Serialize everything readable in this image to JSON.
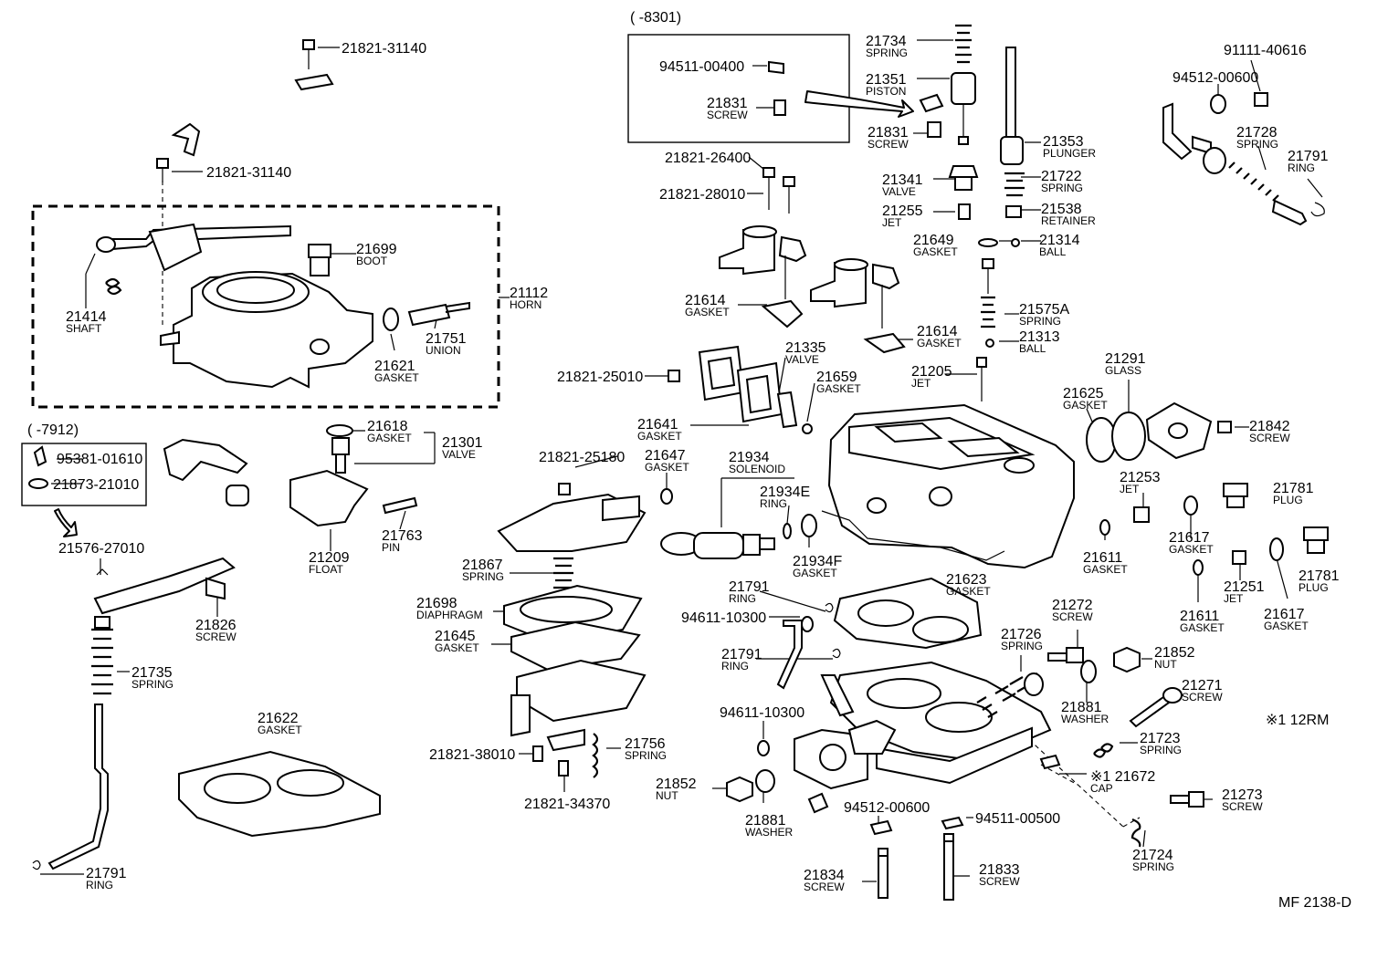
{
  "labels": [
    {
      "id": "p21821-31140-a",
      "pn": "21821-31140"
    },
    {
      "id": "p21821-31140-b",
      "pn": "21821-31140"
    },
    {
      "id": "p21699",
      "pn": "21699",
      "name": "BOOT"
    },
    {
      "id": "p21414",
      "pn": "21414",
      "name": "SHAFT"
    },
    {
      "id": "p21621",
      "pn": "21621",
      "name": "GASKET"
    },
    {
      "id": "p21751",
      "pn": "21751",
      "name": "UNION"
    },
    {
      "id": "p21112",
      "pn": "21112",
      "name": "HORN"
    },
    {
      "id": "p7912",
      "pn": "(      -7912)"
    },
    {
      "id": "p95381-01610",
      "pn": "95381-01610"
    },
    {
      "id": "p21873-21010",
      "pn": "21873-21010"
    },
    {
      "id": "p21576-27010",
      "pn": "21576-27010"
    },
    {
      "id": "p21826",
      "pn": "21826",
      "name": "SCREW"
    },
    {
      "id": "p21735",
      "pn": "21735",
      "name": "SPRING"
    },
    {
      "id": "p21622",
      "pn": "21622",
      "name": "GASKET"
    },
    {
      "id": "p21791-a",
      "pn": "21791",
      "name": "RING"
    },
    {
      "id": "p21618",
      "pn": "21618",
      "name": "GASKET"
    },
    {
      "id": "p21301",
      "pn": "21301",
      "name": "VALVE"
    },
    {
      "id": "p21209",
      "pn": "21209",
      "name": "FLOAT"
    },
    {
      "id": "p21763",
      "pn": "21763",
      "name": "PIN"
    },
    {
      "id": "p8301",
      "pn": "(      -8301)"
    },
    {
      "id": "p94511-00400",
      "pn": "94511-00400"
    },
    {
      "id": "p21831-a",
      "pn": "21831",
      "name": "SCREW"
    },
    {
      "id": "p21831-b",
      "pn": "21831",
      "name": "SCREW"
    },
    {
      "id": "p21734",
      "pn": "21734",
      "name": "SPRING"
    },
    {
      "id": "p21351",
      "pn": "21351",
      "name": "PISTON"
    },
    {
      "id": "p21353",
      "pn": "21353",
      "name": "PLUNGER"
    },
    {
      "id": "p21722",
      "pn": "21722",
      "name": "SPRING"
    },
    {
      "id": "p21341",
      "pn": "21341",
      "name": "VALVE"
    },
    {
      "id": "p21538",
      "pn": "21538",
      "name": "RETAINER"
    },
    {
      "id": "p21255",
      "pn": "21255",
      "name": "JET"
    },
    {
      "id": "p21649",
      "pn": "21649",
      "name": "GASKET"
    },
    {
      "id": "p21314",
      "pn": "21314",
      "name": "BALL"
    },
    {
      "id": "p21821-26400",
      "pn": "21821-26400"
    },
    {
      "id": "p21821-28010",
      "pn": "21821-28010"
    },
    {
      "id": "p21614-a",
      "pn": "21614",
      "name": "GASKET"
    },
    {
      "id": "p21614-b",
      "pn": "21614",
      "name": "GASKET"
    },
    {
      "id": "p21575A",
      "pn": "21575A",
      "name": "SPRING"
    },
    {
      "id": "p21313",
      "pn": "21313",
      "name": "BALL"
    },
    {
      "id": "p21335",
      "pn": "21335",
      "name": "VALVE"
    },
    {
      "id": "p21659",
      "pn": "21659",
      "name": "GASKET"
    },
    {
      "id": "p21821-25010",
      "pn": "21821-25010"
    },
    {
      "id": "p21205",
      "pn": "21205",
      "name": "JET"
    },
    {
      "id": "p21291",
      "pn": "21291",
      "name": "GLASS"
    },
    {
      "id": "p21625",
      "pn": "21625",
      "name": "GASKET"
    },
    {
      "id": "p21641",
      "pn": "21641",
      "name": "GASKET"
    },
    {
      "id": "p21842",
      "pn": "21842",
      "name": "SCREW"
    },
    {
      "id": "p21821-25180",
      "pn": "21821-25180"
    },
    {
      "id": "p21647",
      "pn": "21647",
      "name": "GASKET"
    },
    {
      "id": "p21934",
      "pn": "21934",
      "name": "SOLENOID"
    },
    {
      "id": "p21934E",
      "pn": "21934E",
      "name": "RING"
    },
    {
      "id": "p21934F",
      "pn": "21934F",
      "name": "GASKET"
    },
    {
      "id": "p21253",
      "pn": "21253",
      "name": "JET"
    },
    {
      "id": "p21781-a",
      "pn": "21781",
      "name": "PLUG"
    },
    {
      "id": "p21611-a",
      "pn": "21611",
      "name": "GASKET"
    },
    {
      "id": "p21617-a",
      "pn": "21617",
      "name": "GASKET"
    },
    {
      "id": "p21251",
      "pn": "21251",
      "name": "JET"
    },
    {
      "id": "p21781-b",
      "pn": "21781",
      "name": "PLUG"
    },
    {
      "id": "p21611-b",
      "pn": "21611",
      "name": "GASKET"
    },
    {
      "id": "p21617-b",
      "pn": "21617",
      "name": "GASKET"
    },
    {
      "id": "p21867",
      "pn": "21867",
      "name": "SPRING"
    },
    {
      "id": "p21698",
      "pn": "21698",
      "name": "DIAPHRAGM"
    },
    {
      "id": "p21645",
      "pn": "21645",
      "name": "GASKET"
    },
    {
      "id": "p21791-b",
      "pn": "21791",
      "name": "RING"
    },
    {
      "id": "p94611-10300-a",
      "pn": "94611-10300"
    },
    {
      "id": "p21623",
      "pn": "21623",
      "name": "GASKET"
    },
    {
      "id": "p21272",
      "pn": "21272",
      "name": "SCREW"
    },
    {
      "id": "p21791-c",
      "pn": "21791",
      "name": "RING"
    },
    {
      "id": "p21726",
      "pn": "21726",
      "name": "SPRING"
    },
    {
      "id": "p21852-a",
      "pn": "21852",
      "name": "NUT"
    },
    {
      "id": "p21881-a",
      "pn": "21881",
      "name": "WASHER"
    },
    {
      "id": "p21271",
      "pn": "21271",
      "name": "SCREW"
    },
    {
      "id": "p12RM",
      "pn": "※1 12RM"
    },
    {
      "id": "p21723",
      "pn": "21723",
      "name": "SPRING"
    },
    {
      "id": "p21672",
      "pn": "※1  21672",
      "name": "CAP"
    },
    {
      "id": "p94611-10300-b",
      "pn": "94611-10300"
    },
    {
      "id": "p21852-b",
      "pn": "21852",
      "name": "NUT"
    },
    {
      "id": "p21881-b",
      "pn": "21881",
      "name": "WASHER"
    },
    {
      "id": "p94512-00600-a",
      "pn": "94512-00600"
    },
    {
      "id": "p94511-00500",
      "pn": "94511-00500"
    },
    {
      "id": "p21273",
      "pn": "21273",
      "name": "SCREW"
    },
    {
      "id": "p21724",
      "pn": "21724",
      "name": "SPRING"
    },
    {
      "id": "p21834",
      "pn": "21834",
      "name": "SCREW"
    },
    {
      "id": "p21833",
      "pn": "21833",
      "name": "SCREW"
    },
    {
      "id": "p21821-38010",
      "pn": "21821-38010"
    },
    {
      "id": "p21821-34370",
      "pn": "21821-34370"
    },
    {
      "id": "p21756",
      "pn": "21756",
      "name": "SPRING"
    },
    {
      "id": "p91111-40616",
      "pn": "91111-40616"
    },
    {
      "id": "p94512-00600-b",
      "pn": "94512-00600"
    },
    {
      "id": "p21728",
      "pn": "21728",
      "name": "SPRING"
    },
    {
      "id": "p21791-d",
      "pn": "21791",
      "name": "RING"
    },
    {
      "id": "figure-code",
      "pn": "MF 2138-D"
    }
  ]
}
